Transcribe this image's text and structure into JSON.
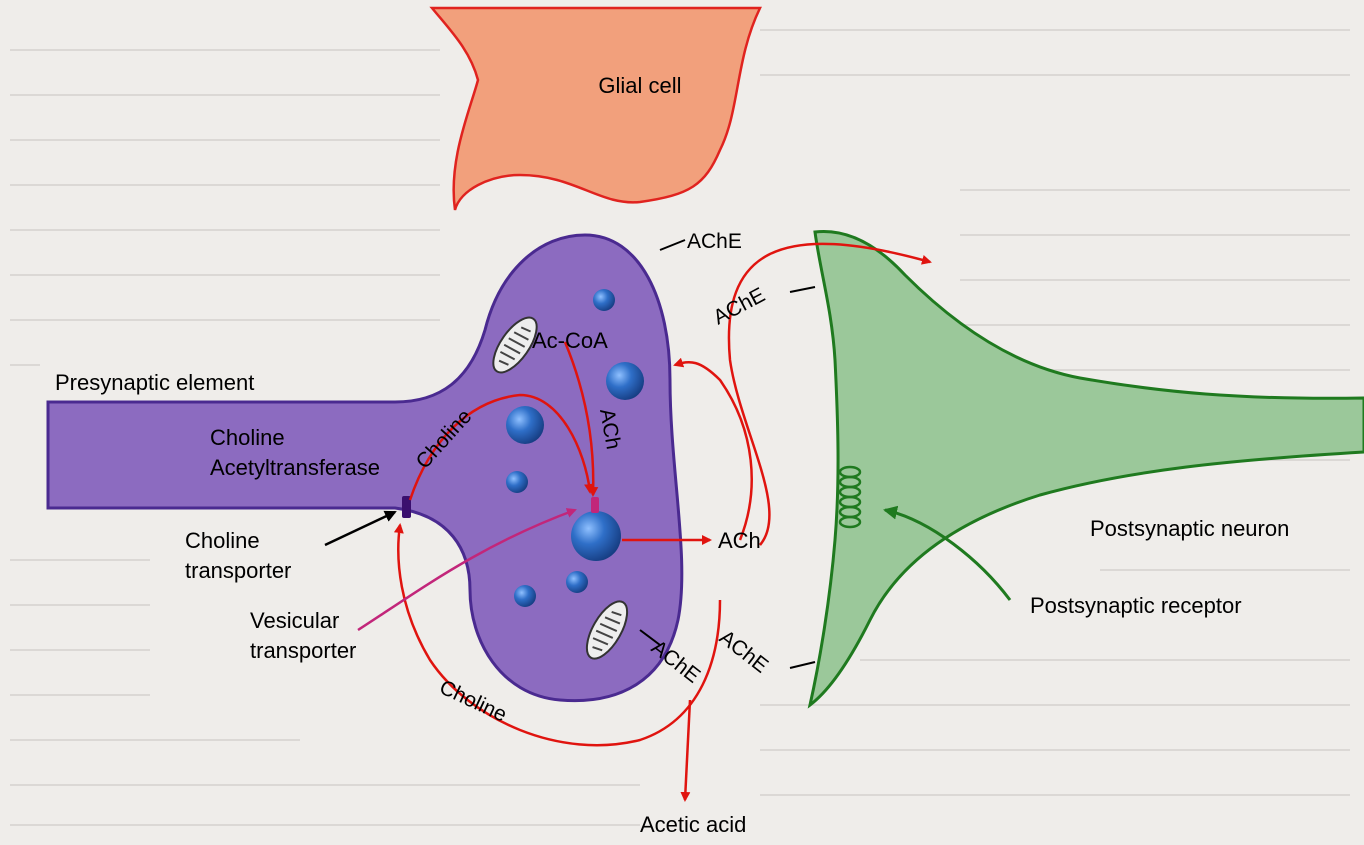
{
  "colors": {
    "background": "#f2f0ee",
    "glial_fill": "#f2a07c",
    "glial_stroke": "#e0231f",
    "presynaptic_fill": "#8c6bc0",
    "presynaptic_stroke": "#4a2a90",
    "postsynaptic_fill": "#9bc89a",
    "postsynaptic_stroke": "#1f7a1f",
    "vesicle": "#2f6fc8",
    "arrow_red": "#e0140f",
    "arrow_magenta": "#c2267a",
    "arrow_black": "#000000"
  },
  "labels": {
    "glial_cell": "Glial cell",
    "presynaptic_element": "Presynaptic element",
    "choline_acetyltransferase_line1": "Choline",
    "choline_acetyltransferase_line2": "Acetyltransferase",
    "choline_transporter_line1": "Choline",
    "choline_transporter_line2": "transporter",
    "vesicular_transporter_line1": "Vesicular",
    "vesicular_transporter_line2": "transporter",
    "ac_coa": "Ac-CoA",
    "ach_inside": "ACh",
    "choline_uptake": "Choline",
    "choline_bottom": "Choline",
    "ach_cleft": "ACh",
    "ache_top": "AChE",
    "ache_upper_right": "AChE",
    "ache_lower_left": "AChE",
    "ache_lower_right": "AChE",
    "acetic_acid": "Acetic acid",
    "postsynaptic_neuron": "Postsynaptic neuron",
    "postsynaptic_receptor": "Postsynaptic receptor"
  },
  "icons": {
    "mitochondrion": "mitochondrion-icon",
    "vesicle": "vesicle-icon",
    "receptor_coil": "receptor-coil-icon"
  }
}
